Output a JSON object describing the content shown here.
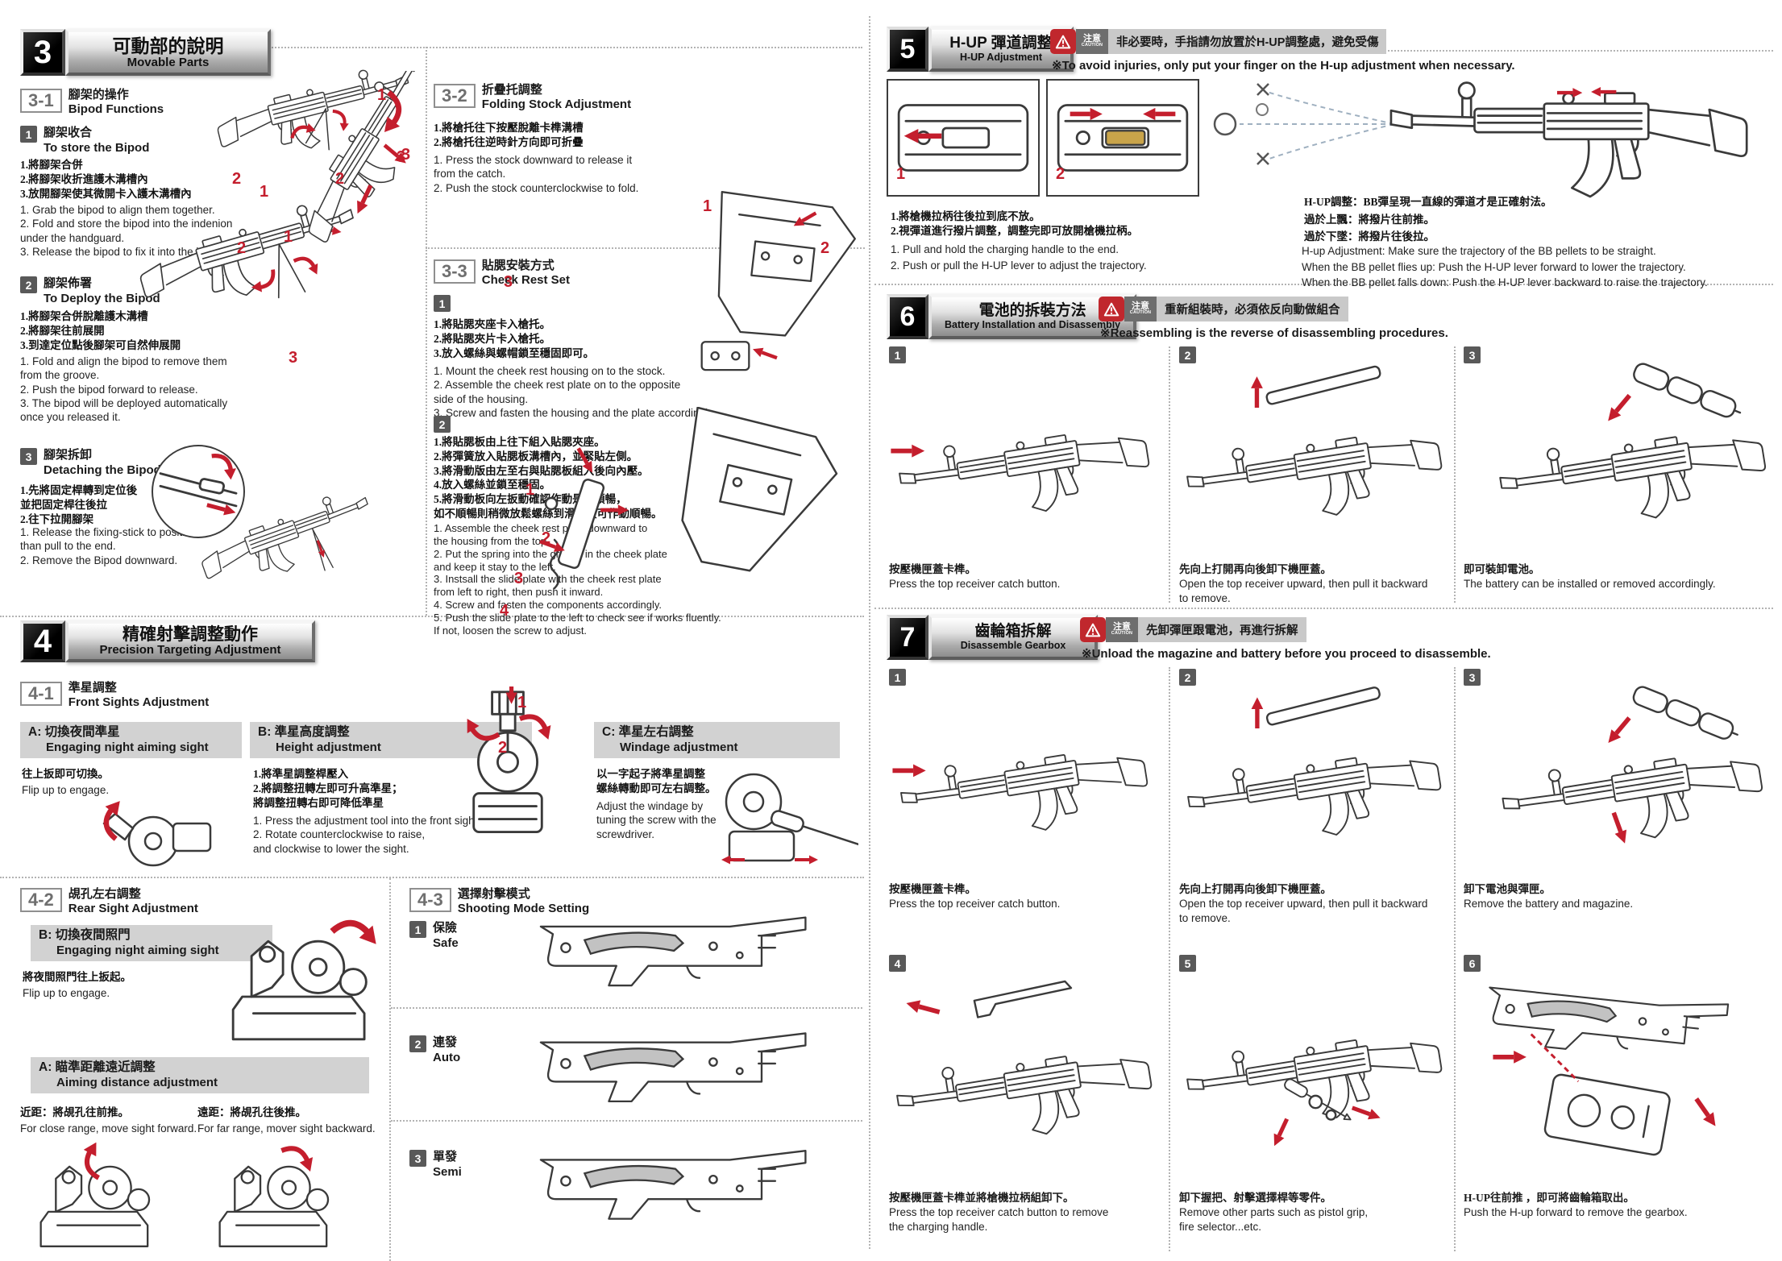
{
  "colors": {
    "red": "#c41e2d",
    "bar_gray": "#d2d2d2"
  },
  "digits": {
    "d1": "1",
    "d2": "2",
    "d3": "3",
    "d4": "4"
  },
  "caution_label": {
    "zh": "注意",
    "en": "CAUTION"
  },
  "s3": {
    "badge": "3",
    "title_zh": "可動部的說明",
    "title_en": "Movable Parts",
    "s31": {
      "label": "3-1",
      "zh": "腳架的操作",
      "en": "Bipod Functions",
      "b1": {
        "n": "1",
        "zh": "腳架收合",
        "en": "To store the Bipod",
        "steps_zh": "1.將腳架合併\n2.將腳架收折進護木溝槽內\n3.放開腳架使其微開卡入護木溝槽內",
        "steps_en": "1. Grab the bipod to align them together.\n2. Fold and store the bipod into the indenion\n    under the handguard.\n3. Release the bipod to fix it into the indentation."
      },
      "b2": {
        "n": "2",
        "zh": "腳架佈署",
        "en": "To Deploy the Bipod",
        "steps_zh": "1.將腳架合併脫離護木溝槽\n2.將腳架往前展開\n3.到達定位點後腳架可自然伸展開",
        "steps_en": "1. Fold and align the bipod to remove them\n    from the groove.\n2. Push the bipod forward to release.\n3. The bipod will be deployed automatically\n    once you released it."
      },
      "b3": {
        "n": "3",
        "zh": "腳架拆卸",
        "en": "Detaching the Bipod",
        "steps_zh": "1.先將固定桿轉到定位後\n    並把固定桿往後拉\n2.往下拉開腳架",
        "steps_en": "1. Release the fixing-stick to position\n    than pull to the end.\n2. Remove the Bipod downward."
      }
    },
    "s32": {
      "label": "3-2",
      "zh": "折疊托調整",
      "en": "Folding Stock Adjustment",
      "steps_zh": "1.將槍托往下按壓脫離卡榫溝槽\n2.將槍托往逆時針方向即可折疊",
      "steps_en": "1. Press the stock downward to release it\n    from the catch.\n2. Push the stock counterclockwise to fold."
    },
    "s33": {
      "label": "3-3",
      "zh": "貼腮安裝方式",
      "en": "Cheek Rest Set",
      "b1": {
        "n": "1",
        "steps_zh": "1.將貼腮夾座卡入槍托。\n2.將貼腮夾片卡入槍托。\n3.放入螺絲與螺帽鎖至穩固即可。",
        "steps_en": "1. Mount the cheek rest housing on to the stock.\n2. Assemble the cheek rest plate on to the opposite\n    side of the housing.\n3. Screw and fasten the housing and the plate accordingly."
      },
      "b2": {
        "n": "2",
        "steps_zh": "1.將貼腮板由上往下組入貼腮夾座。\n2.將彈簧放入貼腮板溝槽內，並緊貼左側。\n3.將滑動版由左至右與貼腮板組入後向內壓。\n4.放入螺絲並鎖至穩固。\n5.將滑動板向左扳動確認作動是否順暢，\n    如不順暢則稍微放鬆螺絲到滑動板可作動順暢。",
        "steps_en": "1. Assemble the cheek rest plate downward to\n    the housing from the top.\n2. Put the spring into the groove in the cheek plate\n    and keep it stay to the left.\n3. Instsall the slide plate with the cheek rest plate\n    from left to right, then push it inward.\n4. Screw and fasten the components accordingly.\n5. Push the slide plate to the left to check see if works fluently.\n    If not, loosen the screw to adjust."
      }
    }
  },
  "s4": {
    "badge": "4",
    "title_zh": "精確射擊調整動作",
    "title_en": "Precision Targeting Adjustment",
    "s41": {
      "label": "4-1",
      "zh": "準星調整",
      "en": "Front Sights Adjustment",
      "a": {
        "h_zh": "A: 切換夜間準星",
        "h_en": "Engaging night aiming sight",
        "zh": "往上扳即可切換。",
        "en": "Flip up to engage."
      },
      "b": {
        "h_zh": "B: 準星高度調整",
        "h_en": "Height adjustment",
        "zh": "1.將準星調整桿壓入\n2.將調整扭轉左即可升高準星；\n    將調整扭轉右即可降低準星",
        "en": "1. Press the adjustment tool into the front sight.\n2. Rotate counterclockwise to raise,\n    and clockwise to lower the sight."
      },
      "c": {
        "h_zh": "C: 準星左右調整",
        "h_en": "Windage adjustment",
        "zh": "以一字起子將準星調整\n螺絲轉動即可左右調整。",
        "en": "Adjust the windage by\ntuning the screw with the\nscrewdriver."
      }
    },
    "s42": {
      "label": "4-2",
      "zh": "覘孔左右調整",
      "en": "Rear Sight Adjustment",
      "b": {
        "h_zh": "B: 切換夜間照門",
        "h_en": "Engaging night aiming sight",
        "zh": "將夜間照門往上扳起。",
        "en": "Flip up to engage."
      },
      "a": {
        "h_zh": "A: 瞄準距離遠近調整",
        "h_en": "Aiming distance adjustment",
        "near_zh": "近距：將覘孔往前推。",
        "near_en": "For close range, move sight forward.",
        "far_zh": "遠距：將覘孔往後推。",
        "far_en": "For far range, mover sight backward."
      }
    },
    "s43": {
      "label": "4-3",
      "zh": "選擇射擊模式",
      "en": "Shooting Mode Setting",
      "m1": {
        "n": "1",
        "zh": "保險",
        "en": "Safe"
      },
      "m2": {
        "n": "2",
        "zh": "連發",
        "en": "Auto"
      },
      "m3": {
        "n": "3",
        "zh": "單發",
        "en": "Semi"
      }
    }
  },
  "s5": {
    "badge": "5",
    "title_zh": "H-UP 彈道調整",
    "title_en": "H-UP Adjustment",
    "caution_zh": "非必要時，手指請勿放置於H-UP調整處，避免受傷",
    "caution_en": "※To avoid injuries, only put your finger on the H-up adjustment when necessary.",
    "steps_zh": "1.將槍機拉柄往後拉到底不放。\n2.視彈道進行撥片調整，調整完即可放開槍機拉柄。",
    "steps_en": "1. Pull and hold the charging handle to the end.\n2. Push or pull the H-UP lever to adjust the trajectory.",
    "note_zh": "H-UP調整：BB彈呈現一直線的彈道才是正確射法。\n過於上飄：將撥片往前推。\n過於下墜：將撥片往後拉。",
    "note_en": "H-up Adjustment: Make sure the trajectory of the BB pellets to be straight.\nWhen the BB pellet flies up: Push the H-UP lever forward to lower the trajectory.\nWhen the BB pellet falls down: Push the H-UP lever backward to raise the trajectory."
  },
  "s6": {
    "badge": "6",
    "title_zh": "電池的拆裝方法",
    "title_en": "Battery Installation and Disassembly",
    "caution_zh": "重新組裝時，必須依反向動做組合",
    "caution_en": "※Reassembling is the reverse of disassembling procedures.",
    "steps": [
      {
        "n": "1",
        "zh": "按壓機匣蓋卡榫。",
        "en": "Press the top receiver catch button."
      },
      {
        "n": "2",
        "zh": "先向上打開再向後卸下機匣蓋。",
        "en": "Open the top receiver upward, then pull it backward\nto remove."
      },
      {
        "n": "3",
        "zh": "即可裝卸電池。",
        "en": "The battery can be installed or removed accordingly."
      }
    ]
  },
  "s7": {
    "badge": "7",
    "title_zh": "齒輪箱拆解",
    "title_en": "Disassemble Gearbox",
    "caution_zh": "先卸彈匣跟電池，再進行拆解",
    "caution_en": "※Unload the magazine and battery before you proceed to disassemble.",
    "steps": [
      {
        "n": "1",
        "zh": "按壓機匣蓋卡榫。",
        "en": "Press the top receiver catch button."
      },
      {
        "n": "2",
        "zh": "先向上打開再向後卸下機匣蓋。",
        "en": "Open the top receiver upward, then pull it backward\nto remove."
      },
      {
        "n": "3",
        "zh": "卸下電池與彈匣。",
        "en": "Remove the battery and magazine."
      },
      {
        "n": "4",
        "zh": "按壓機匣蓋卡榫並將槍機拉柄組卸下。",
        "en": "Press the top receiver catch button to remove\nthe charging handle."
      },
      {
        "n": "5",
        "zh": "卸下握把、射擊選擇桿等零件。",
        "en": "Remove other parts such as pistol grip,\nfire selector...etc."
      },
      {
        "n": "6",
        "zh": "H-UP往前推 ，即可將齒輪箱取出。",
        "en": "Push the H-up forward to remove the gearbox."
      }
    ]
  }
}
